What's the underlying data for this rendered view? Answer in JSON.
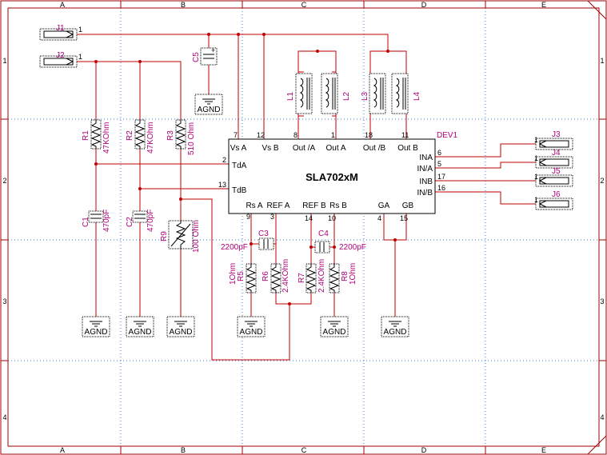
{
  "border": {
    "columns": [
      "A",
      "B",
      "C",
      "D",
      "E"
    ],
    "rows": [
      "1",
      "2",
      "3",
      "4"
    ]
  },
  "ic": {
    "ref": "DEV1",
    "name": "SLA702xM",
    "pins_top": [
      {
        "num": "7",
        "label": "Vs A"
      },
      {
        "num": "12",
        "label": "Vs B"
      },
      {
        "num": "8",
        "label": "Out /A"
      },
      {
        "num": "1",
        "label": "Out A"
      },
      {
        "num": "18",
        "label": "Out /B"
      },
      {
        "num": "11",
        "label": "Out B"
      }
    ],
    "pins_left": [
      {
        "num": "2",
        "label": "TdA"
      },
      {
        "num": "13",
        "label": "TdB"
      }
    ],
    "pins_right": [
      {
        "num": "6",
        "label": "INA"
      },
      {
        "num": "5",
        "label": "IN/A"
      },
      {
        "num": "17",
        "label": "INB"
      },
      {
        "num": "16",
        "label": "IN/B"
      }
    ],
    "pins_bottom": [
      {
        "num": "9",
        "label": "Rs A"
      },
      {
        "num": "3",
        "label": "REF A"
      },
      {
        "num": "14",
        "label": "REF B"
      },
      {
        "num": "10",
        "label": "Rs B"
      },
      {
        "num": "4",
        "label": "GA"
      },
      {
        "num": "15",
        "label": "GB"
      }
    ]
  },
  "connectors": [
    {
      "ref": "J1",
      "pin": "1"
    },
    {
      "ref": "J2",
      "pin": "1"
    },
    {
      "ref": "J3",
      "pin": "1"
    },
    {
      "ref": "J4",
      "pin": "1"
    },
    {
      "ref": "J5",
      "pin": "1"
    },
    {
      "ref": "J6",
      "pin": "1"
    }
  ],
  "components": {
    "R1": {
      "ref": "R1",
      "value": "47KOhm"
    },
    "R2": {
      "ref": "R2",
      "value": "47KOhm"
    },
    "R3": {
      "ref": "R3",
      "value": "510 Ohm"
    },
    "R9": {
      "ref": "R9",
      "value": "100 Ohm"
    },
    "R5": {
      "ref": "R5",
      "value": "1Ohm"
    },
    "R6": {
      "ref": "R6",
      "value": "2.4KOhm"
    },
    "R7": {
      "ref": "R7",
      "value": "2.4KOhm"
    },
    "R8": {
      "ref": "R8",
      "value": "1Ohm"
    },
    "C1": {
      "ref": "C1",
      "value": "470pF"
    },
    "C2": {
      "ref": "C2",
      "value": "470pF"
    },
    "C3": {
      "ref": "C3",
      "value": "2200pF"
    },
    "C4": {
      "ref": "C4",
      "value": "2200pF"
    },
    "C5": {
      "ref": "C5",
      "value": ""
    },
    "L1": {
      "ref": "L1"
    },
    "L2": {
      "ref": "L2"
    },
    "L3": {
      "ref": "L3"
    },
    "L4": {
      "ref": "L4"
    }
  },
  "ground_label": "AGND",
  "colors": {
    "wire": "#c00000",
    "label": "#b0007a",
    "grid": "#3a7fd0"
  }
}
